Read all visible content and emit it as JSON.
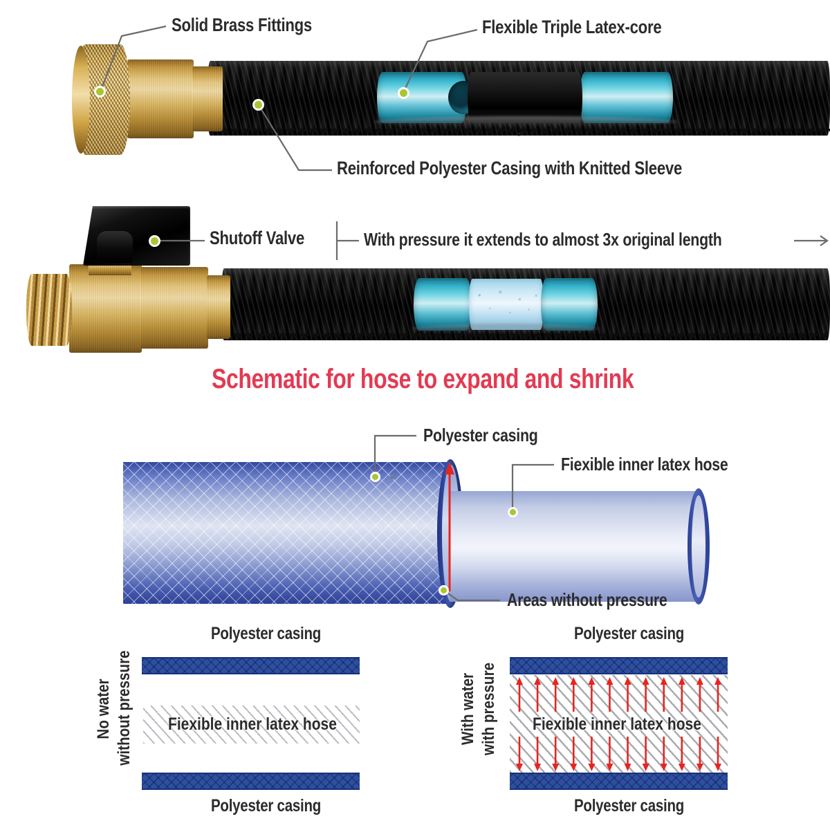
{
  "page": {
    "background": "#ffffff",
    "accent_green_dot": "#a9c533",
    "leader_line_color": "#6b6b6b",
    "title_color": "#e33a52",
    "text_color": "#2b2b2b",
    "casing_blue": "#2d4fa3",
    "pressure_arrow_red": "#e8241f"
  },
  "hose_photo_top": {
    "callouts": [
      {
        "id": "solid-brass-fittings",
        "label": "Solid Brass Fittings"
      },
      {
        "id": "flexible-triple-latex-core",
        "label": "Flexible Triple Latex-core"
      },
      {
        "id": "reinforced-polyester-casing",
        "label": "Reinforced Polyester Casing with Knitted Sleeve"
      }
    ]
  },
  "hose_photo_bottom": {
    "callouts": [
      {
        "id": "shutoff-valve",
        "label": "Shutoff Valve"
      }
    ],
    "extension_note": "With pressure it extends to almost 3x original length"
  },
  "section_title": "Schematic for hose to expand and shrink",
  "schematic": {
    "callouts": [
      {
        "id": "polyester-casing",
        "label": "Polyester casing"
      },
      {
        "id": "flexible-inner-latex-hose",
        "label": "Fiexible inner latex hose"
      },
      {
        "id": "areas-without-pressure",
        "label": "Areas without pressure"
      }
    ]
  },
  "diagrams": [
    {
      "id": "no-pressure",
      "side_label_lines": [
        "No water",
        "without pressure"
      ],
      "top_label": "Polyester casing",
      "bottom_label": "Polyester casing",
      "band_label": "Fiexible inner latex hose",
      "arrow_count_up": 0,
      "arrow_count_down": 0,
      "expanded": false
    },
    {
      "id": "with-pressure",
      "side_label_lines": [
        "With water",
        "with pressure"
      ],
      "top_label": "Polyester casing",
      "bottom_label": "Polyester casing",
      "band_label": "Fiexible inner latex hose",
      "arrow_count_up": 12,
      "arrow_count_down": 12,
      "expanded": true
    }
  ]
}
